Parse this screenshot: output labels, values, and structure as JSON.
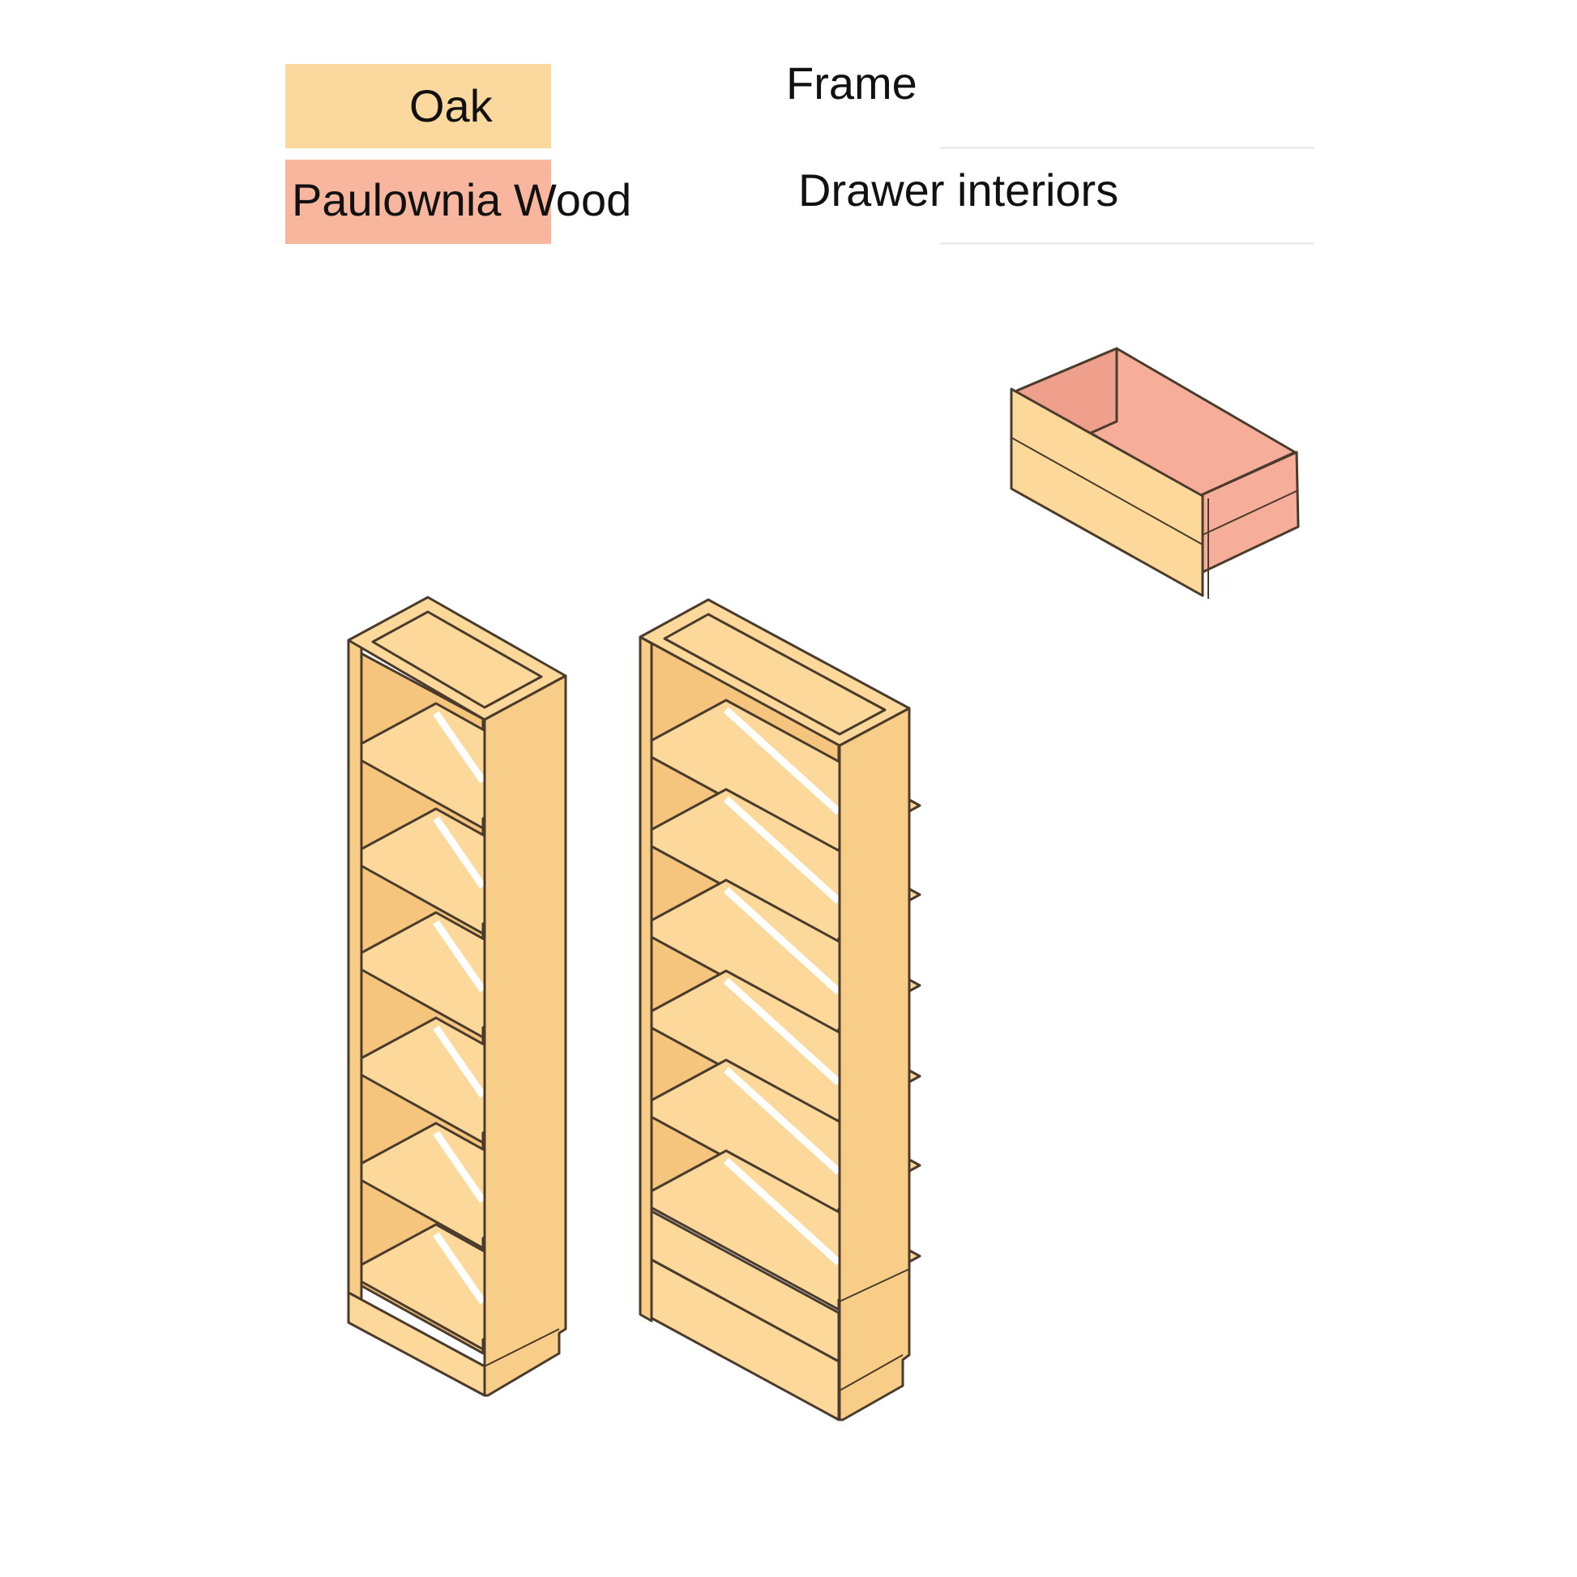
{
  "legend": {
    "items": [
      {
        "material": "Oak",
        "usage": "Frame",
        "color": "#FBD99E"
      },
      {
        "material": "Paulownia Wood",
        "usage": "Drawer interiors",
        "color": "#F9B69F"
      }
    ]
  },
  "colors": {
    "oak_light": "#FCD99B",
    "oak_mid": "#F8CD87",
    "oak_dark": "#F5C57D",
    "paulownia_light": "#F6AD9A",
    "paulownia_mid": "#EFA08C",
    "outline": "#4a3b2c",
    "slot": "#ffffff"
  }
}
